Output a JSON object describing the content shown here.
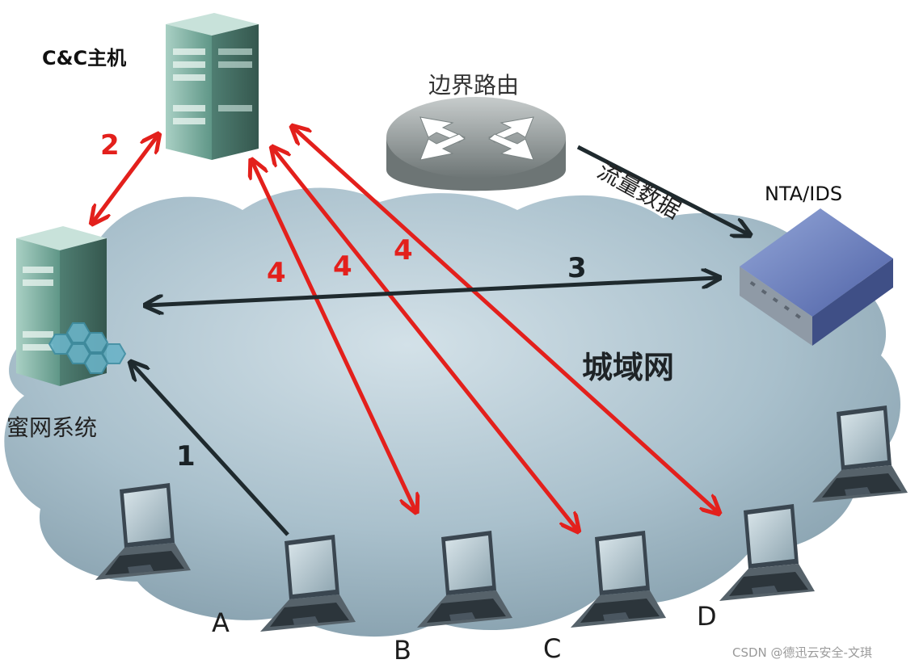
{
  "labels": {
    "cc_host": "C&C主机",
    "border_router": "边界路由",
    "traffic_data": "流量数据",
    "nta_ids": "NTA/IDS",
    "metro_network": "城域网",
    "honeynet_system": "蜜网系统"
  },
  "arrows": {
    "step_1": "1",
    "step_2": "2",
    "step_3": "3",
    "step_4": [
      "4",
      "4",
      "4"
    ]
  },
  "hosts": [
    "A",
    "B",
    "C",
    "D"
  ],
  "watermark": "CSDN @德迅云安全-文琪",
  "colors": {
    "attack_arrow": "#e3201c",
    "normal_arrow": "#1f2a2e",
    "cloud": "#a9c0cc",
    "server": "#7fb0a4",
    "ids_device": "#5b6fb2",
    "router": "#8f9695"
  },
  "icons": [
    "cc-server-icon",
    "honeypot-server-icon",
    "router-icon",
    "ids-device-icon",
    "laptop-icon"
  ]
}
